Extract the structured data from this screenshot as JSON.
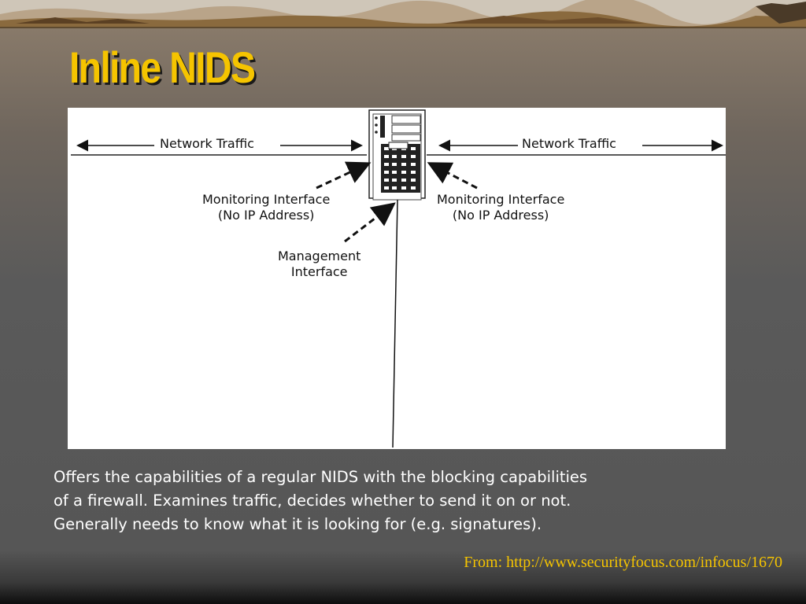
{
  "slide": {
    "title": "Inline NIDS",
    "body_lines": [
      "Offers the capabilities of a regular NIDS with the blocking capabilities",
      "of a firewall.  Examines traffic, decides whether to send it on or not.",
      "Generally needs to know what it is looking for (e.g. signatures)."
    ],
    "source": "From: http://www.securityfocus.com/infocus/1670"
  },
  "diagram": {
    "left_traffic_label": "Network Traffic",
    "right_traffic_label": "Network Traffic",
    "left_monitor_line1": "Monitoring Interface",
    "left_monitor_line2": "(No IP Address)",
    "right_monitor_line1": "Monitoring Interface",
    "right_monitor_line2": "(No IP Address)",
    "mgmt_line1": "Management",
    "mgmt_line2": "Interface",
    "device_icon": "server-rack-icon"
  },
  "colors": {
    "title": "#f5c400",
    "source": "#f5c400",
    "body_text": "#ffffff",
    "diagram_bg": "#ffffff"
  }
}
